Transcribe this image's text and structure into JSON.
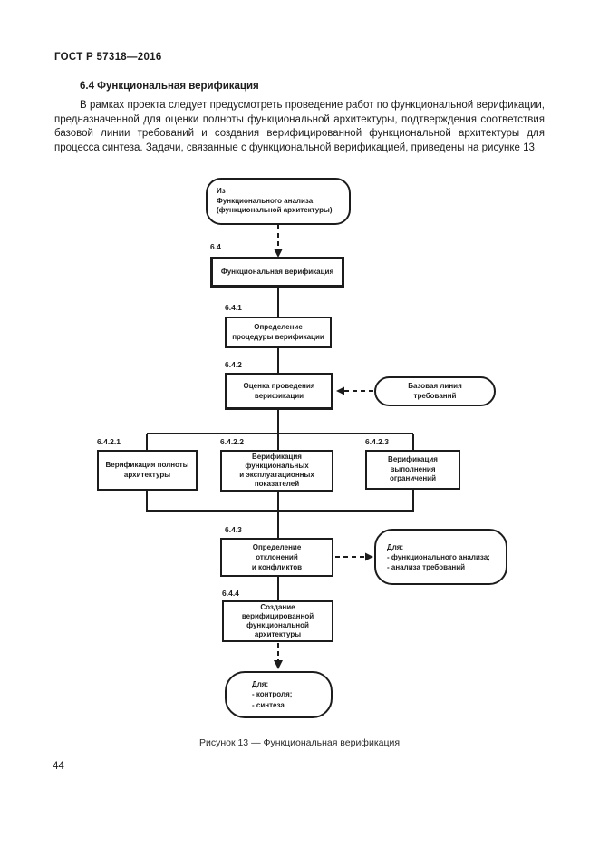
{
  "doc": {
    "header": "ГОСТ Р 57318—2016",
    "heading": "6.4 Функциональная верификация",
    "paragraph": "В рамках проекта следует предусмотреть проведение работ по функциональной верификации, предназначенной для оценки полноты функциональной архитектуры, подтверждения соответствия базовой линии требований и создания верифицированной функциональной архитектуры для процесса синтеза. Задачи, связанные с функциональной верификацией, приведены на рисунке 13.",
    "caption": "Рисунок 13 — Функциональная верификация",
    "page_number": "44"
  },
  "diagram": {
    "ink_color": "#1c1c1c",
    "start_node": {
      "text": "Из\nФункционального анализа\n(функциональной архитектуры)"
    },
    "b64": {
      "num": "6.4",
      "text": "Функциональная верификация"
    },
    "b641": {
      "num": "6.4.1",
      "text": "Определение\nпроцедуры верификации"
    },
    "b642": {
      "num": "6.4.2",
      "text": "Оценка проведения\nверификации"
    },
    "baseline_node": {
      "text": "Базовая линия\nтребований"
    },
    "b6421": {
      "num": "6.4.2.1",
      "text": "Верификация полноты\nархитектуры"
    },
    "b6422": {
      "num": "6.4.2.2",
      "text": "Верификация\nфункциональных\nи эксплуатационных\nпоказателей"
    },
    "b6423": {
      "num": "6.4.2.3",
      "text": "Верификация\nвыполнения\nограничений"
    },
    "b643": {
      "num": "6.4.3",
      "text": "Определение\nотклонений\nи конфликтов"
    },
    "for_node": {
      "text": "Для:\n- функционального анализа;\n- анализа требований"
    },
    "b644": {
      "num": "6.4.4",
      "text": "Создание\nверифицированной\nфункциональной\nархитектуры"
    },
    "end_node": {
      "text": "Для:\n- контроля;\n- синтеза"
    }
  }
}
